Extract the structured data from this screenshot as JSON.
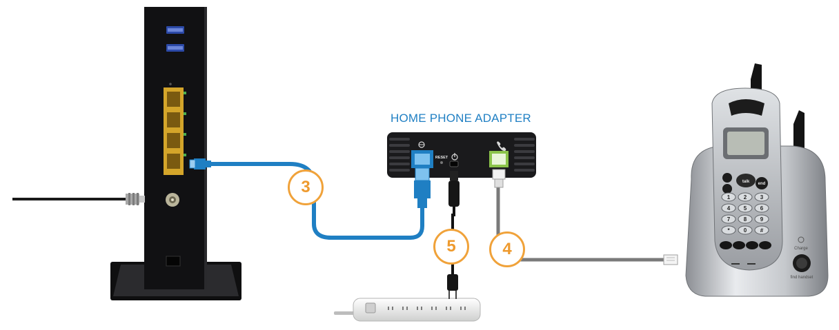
{
  "labels": {
    "adapter_title": "HOME PHONE ADAPTER",
    "reset": "RESET",
    "charge": "Charge",
    "find_handset": "find handset",
    "talk": "talk",
    "end": "end"
  },
  "steps": [
    "3",
    "5",
    "4"
  ],
  "keypad": [
    "1",
    "2",
    "3",
    "4",
    "5",
    "6",
    "7",
    "8",
    "9",
    "*",
    "0",
    "#"
  ],
  "colors": {
    "ethernet_cable": "#1f7fc3",
    "step_ring": "#f0a23a",
    "step_text": "#ee9a2e",
    "lan_ports": "#e6b93a",
    "phone_port": "#8bc34a",
    "phone_cord": "#7a7a7a"
  },
  "icons": [
    "modem-icon",
    "coax-cable-icon",
    "ethernet-plug-icon",
    "home-phone-adapter-icon",
    "power-icon",
    "phone-icon",
    "power-strip-icon",
    "cordless-phone-icon"
  ]
}
